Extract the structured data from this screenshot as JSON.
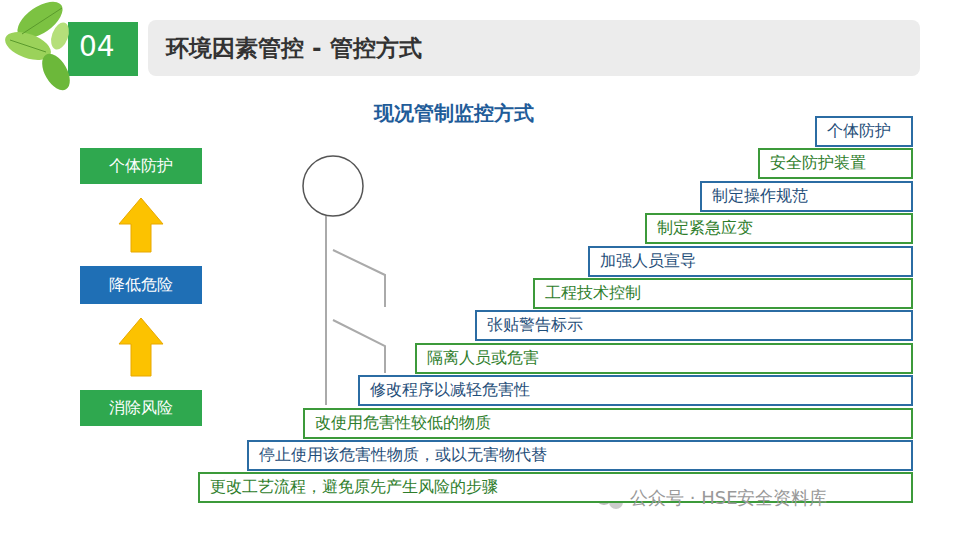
{
  "diagram": {
    "title": "环境因素管控 - 管控方式",
    "nodes": [
      {
        "text": [
          "个体防护"
        ]
      },
      {
        "text": [
          "降低危险"
        ]
      },
      {
        "text": [
          "消除风险"
        ]
      },
      {
        "text": [
          "个体防护"
        ]
      },
      {
        "text": [
          "安全防护装置"
        ]
      },
      {
        "text": [
          "制定操作规范"
        ]
      },
      {
        "text": [
          "制定紧急应变"
        ]
      },
      {
        "text": [
          "加强人员宣导"
        ]
      },
      {
        "text": [
          "工程技术控制"
        ]
      },
      {
        "text": [
          "张贴警告标示"
        ]
      },
      {
        "text": [
          "隔离人员或危害"
        ]
      },
      {
        "text": [
          "修改程序以减轻危害性"
        ]
      },
      {
        "text": [
          "改使用危害性较低的物质"
        ]
      },
      {
        "text": [
          "停止使用该危害性物质，或以无害物代替"
        ]
      },
      {
        "text": [
          "更改工艺流程，避免原先产生风险的步骤"
        ]
      }
    ],
    "edges": [
      {
        "from": 2,
        "to": 1,
        "arrow": "to"
      },
      {
        "from": 1,
        "to": 0,
        "arrow": "to"
      }
    ],
    "labels": [
      "04",
      "现况管制监控方式",
      "公众号 · HSE安全资料库"
    ]
  }
}
